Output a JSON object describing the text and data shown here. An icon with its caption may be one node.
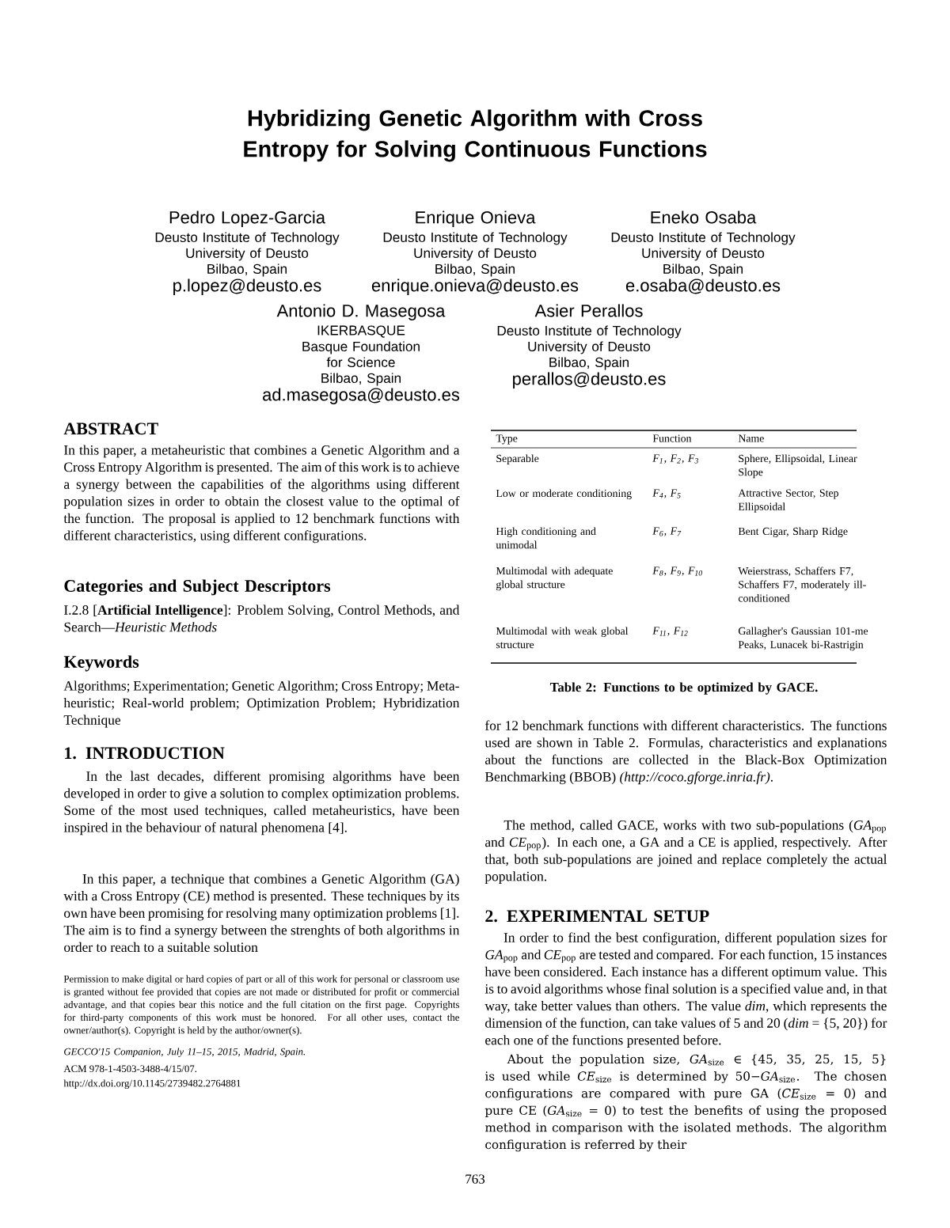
{
  "diagram": {
    "title": "Hybridizing Genetic Algorithm with Cross Entropy for Solving Continuous Functions",
    "labels": [
      "Pedro Lopez-Garcia",
      "Deusto Institute of Technology",
      "University of Deusto",
      "Bilbao, Spain",
      "p.lopez@deusto.es",
      "Enrique Onieva",
      "Deusto Institute of Technology",
      "University of Deusto",
      "Bilbao, Spain",
      "enrique.onieva@deusto.es",
      "Eneko Osaba",
      "Deusto Institute of Technology",
      "University of Deusto",
      "Bilbao, Spain",
      "e.osaba@deusto.es",
      "Antonio D. Masegosa",
      "IKERBASQUE",
      "Basque Foundation for Science",
      "Bilbao, Spain",
      "ad.masegosa@deusto.es",
      "Asier Perallos",
      "Deusto Institute of Technology",
      "University of Deusto",
      "Bilbao, Spain",
      "perallos@deusto.es",
      "ABSTRACT",
      "In this paper, a metaheuristic that combines a Genetic Algorithm and a Cross Entropy Algorithm is presented. The aim of this work is to achieve a synergy between the capabilities of the algorithms using different population sizes in order to obtain the closest value to the optimal of the function. The proposal is applied to 12 benchmark functions with different characteristics, using different configurations.",
      "Categories and Subject Descriptors",
      "I.2.8 [**Artificial Intelligence**]: Problem Solving, Control Methods, and Search—*Heuristic Methods*",
      "Keywords",
      "Algorithms; Experimentation; Genetic Algorithm; Cross Entropy; Meta-heuristic; Real-world problem; Optimization Problem; Hybridization Technique",
      "1. INTRODUCTION",
      "In the last decades, different promising algorithms have been developed in order to give a solution to complex optimization problems. Some of the most used techniques, called metaheuristics, have been inspired in the behaviour of natural phenomena [4].",
      "In this paper, a technique that combines a Genetic Algorithm (GA) with a Cross Entropy (CE) method is presented. These techniques by its own have been promising for resolving many optimization problems [1]. The aim is to find a synergy between the strenghts of both algorithms in order to reach to a suitable solution",
      "Permission to make digital or hard copies of part or all of this work for personal or classroom use is granted without fee provided that copies are not made or distributed for profit or commercial advantage, and that copies bear this notice and the full citation on the first page. Copyrights for third-party components of this work must be honored. For all other uses, contact the owner/author(s). Copyright is held by the author/owner(s).",
      "GECCO'15 Companion, July 11–15, 2015, Madrid, Spain.",
      "ACM 978-1-4503-3488-4/15/07.",
      "http://dx.doi.org/10.1145/2739482.2764881",
      "Type",
      "Function",
      "Name",
      "Separable",
      "F$_{1}$, F$_{2}$, F$_{3}$",
      "Sphere, Ellipsoidal, Linear Slope",
      "Low or moderate conditioning",
      "F$_{4}$, F$_{5}$",
      "Attractive Sector, Step Ellipsoidal",
      "High conditioning and unimodal",
      "F$_{6}$, F$_{7}$",
      "Bent Cigar, Sharp Ridge",
      "Multimodal with adequate global structure",
      "F$_{8}$, F$_{9}$, F$_{10}$",
      "Weierstrass, Schaffers F7, Schaffers F7, moderately ill-conditioned",
      "Multimodal with weak global structure",
      "F$_{11}$, F$_{12}$",
      "Gallagher's Gaussian 101-me Peaks, Lunacek bi-Rastrigin",
      "Table 2: Functions to be optimized by GACE.",
      "for 12 benchmark functions with different characteristics. The functions used are shown in Table 2. Formulas, characteristics and explanations about the functions are collected in the Black-Box Optimization Benchmarking (BBOB) *(http://coco.gforge.inria.fr)*.",
      "The method, called GACE, works with two sub-populations (*GA*$_{pop}$ and *CE*$_{pop}$). In each one, a GA and a CE is applied, respectively. After that, both sub-populations are joined and replace completely the actual population.",
      "2. EXPERIMENTAL SETUP",
      "In order to find the best configuration, different population sizes for *GA*$_{pop}$ and *CE*$_{pop}$ are tested and compared. For each function, 15 instances have been considered. Each instance has a different optimum value. This is to avoid algorithms whose final solution is a specified value and, in that way, take better values than others. The value *dim*, which represents the dimension of the function, can take values of 5 and 20 (*dim* = {5, 20}) for each one of the functions presented before.",
      "About the population size, *GA*$_{size}$ ∈ {45, 35, 25, 15, 5} is used while *CE*$_{size}$ is determined by 50−*GA*$_{size}$. The chosen configurations are compared with pure GA (*CE*$_{size}$ = 0) and pure CE (*GA*$_{size}$ = 0) to test the benefits of using the proposed method in comparison with the isolated methods. The algorithm configuration is referred by their",
      "763"
    ]
  }
}
